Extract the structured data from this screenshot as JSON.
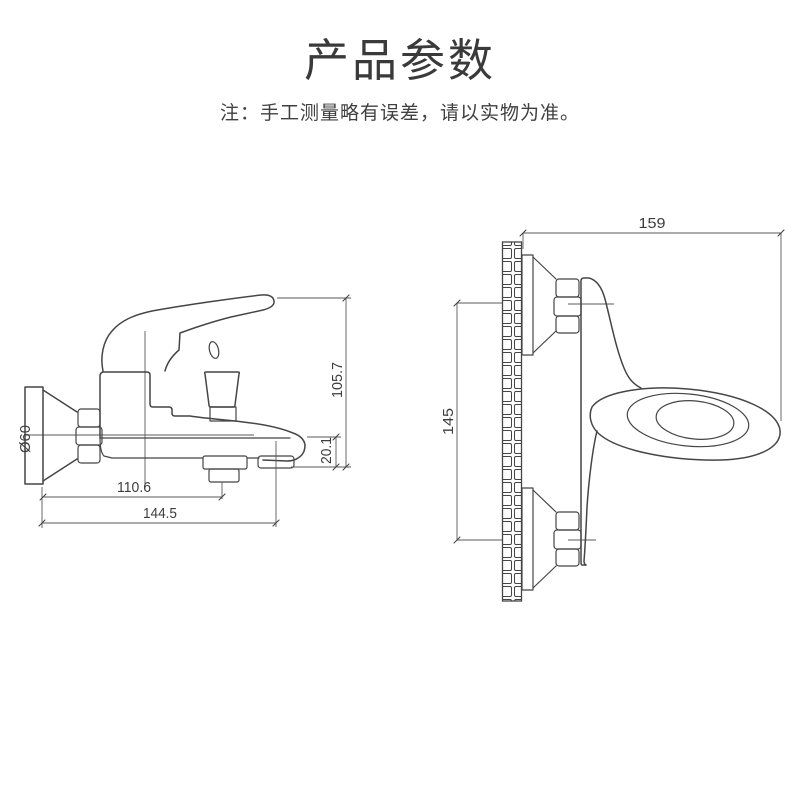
{
  "page": {
    "title": "产品参数",
    "note": "注：手工测量略有误差，请以实物为准。"
  },
  "drawing": {
    "line_color": "#454545",
    "dim_line_color": "#5a5a5a",
    "text_color": "#3d3d3d",
    "side_view": {
      "dims": {
        "flange_diameter": "Ø60",
        "shower_outlet_offset": "110.6",
        "spout_reach": "144.5",
        "overall_height": "105.7",
        "spout_tip_height": "20.1"
      }
    },
    "front_view": {
      "dims": {
        "overall_width": "159",
        "inlet_spacing": "145"
      }
    }
  }
}
